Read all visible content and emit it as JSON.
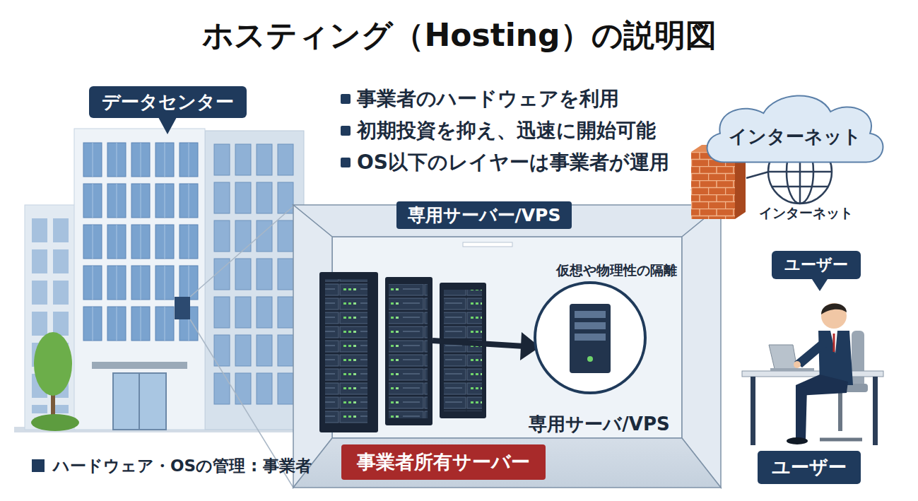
{
  "diagram": {
    "title": "ホスティング（Hosting）の説明図",
    "nodes": [
      {
        "text": [
          "データセンター"
        ]
      },
      {
        "text": [
          "インターネット"
        ]
      },
      {
        "text": [
          "専用サーバー/VPS"
        ]
      },
      {
        "text": [
          "事業者所有サーバー"
        ],
        "in": 2
      },
      {
        "text": [
          "ユーザー"
        ]
      },
      {
        "text": [
          "ユーザー"
        ]
      }
    ],
    "labels": [
      "事業者のハードウェアを利用",
      "初期投資を抑え、迅速に開始可能",
      "OS以下のレイヤーは事業者が運用",
      "仮想や物理性の隔離",
      "専用サーバ/VPS",
      "インターネット"
    ],
    "legend": [
      {
        "text": "ハードウェア・OSの管理 : 事業者",
        "color": "#1f3a5c"
      }
    ]
  }
}
